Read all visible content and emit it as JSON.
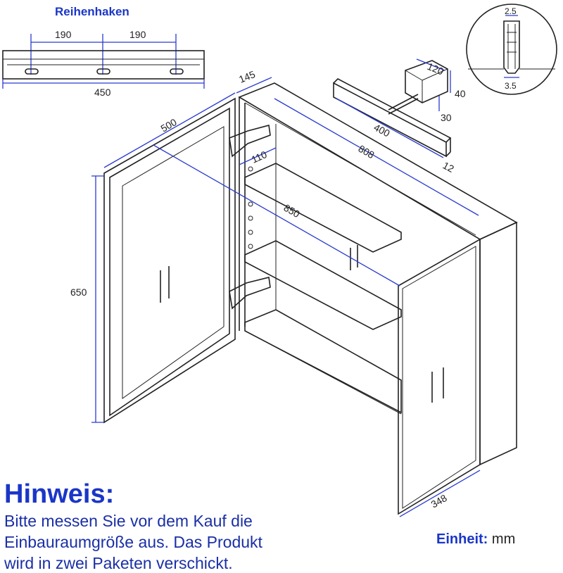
{
  "hook_rail": {
    "title": "Reihenhaken",
    "spacing_left": "190",
    "spacing_right": "190",
    "length": "450"
  },
  "detail_zoom": {
    "top_value": "2.5",
    "bottom_value": "3.5"
  },
  "lamp": {
    "depth": "120",
    "height": "40",
    "base_thickness": "30",
    "length": "400",
    "bar_thickness": "12"
  },
  "cabinet": {
    "depth_top": "145",
    "door_width": "500",
    "hinge_offset": "110",
    "total_width": "808",
    "inner_width": "850",
    "height": "650",
    "side_depth": "348"
  },
  "note": {
    "title": "Hinweis:",
    "lines": [
      "Bitte messen Sie vor dem Kauf die",
      "Einbauraumgröße aus. Das Produkt",
      "wird in zwei Paketen verschickt."
    ]
  },
  "unit": {
    "label": "Einheit:",
    "value": "mm"
  },
  "colors": {
    "dimension_blue": "#2a3bd0",
    "note_blue": "#1a36c8",
    "line_dark": "#222222"
  }
}
